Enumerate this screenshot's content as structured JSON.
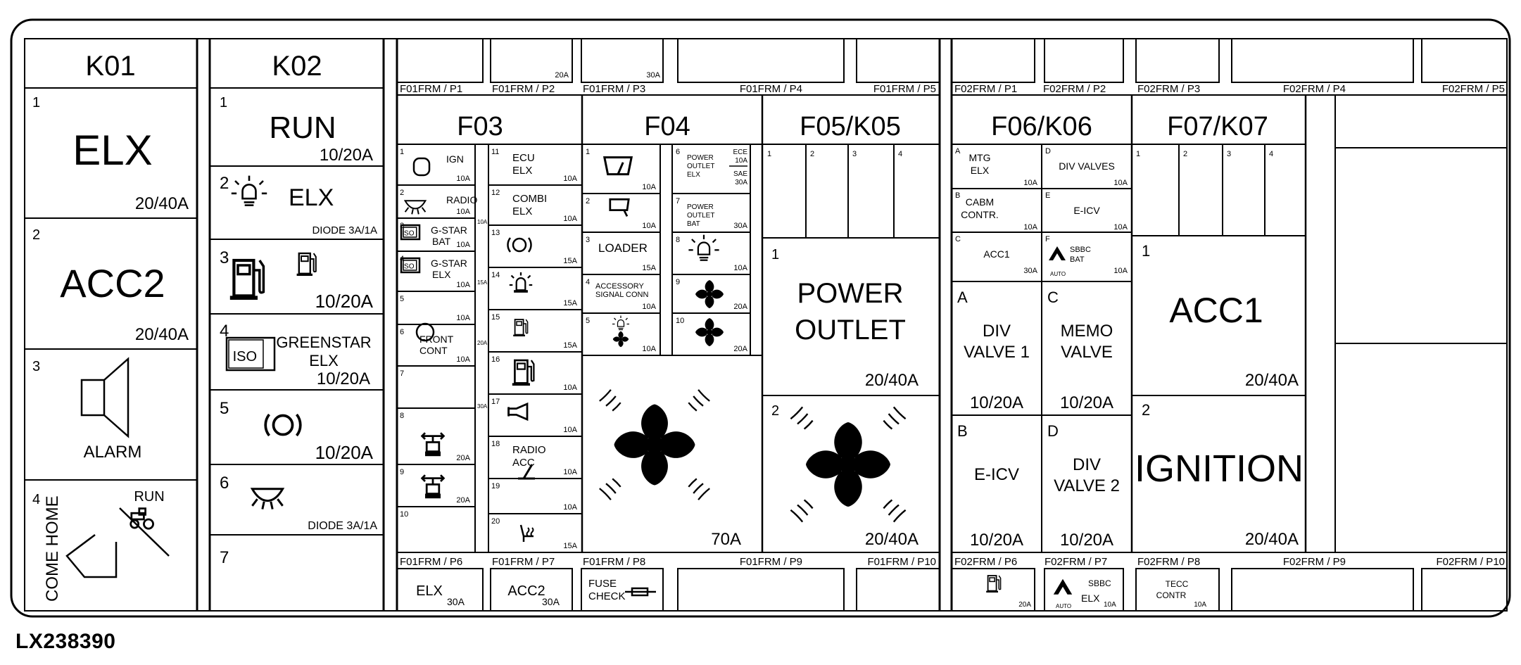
{
  "image_code": "LX238390",
  "relays": {
    "k01": {
      "title": "K01",
      "slots": [
        {
          "number": "1",
          "label": "ELX",
          "rating": "20/40A"
        },
        {
          "number": "2",
          "label": "ACC2",
          "rating": "20/40A"
        },
        {
          "number": "3",
          "label": "ALARM"
        },
        {
          "number": "4",
          "label": "COME HOME",
          "label2": "RUN"
        }
      ]
    },
    "k02": {
      "title": "K02",
      "slots": [
        {
          "number": "1",
          "label": "RUN",
          "rating": "10/20A"
        },
        {
          "number": "2",
          "label": "ELX",
          "rating": "DIODE 3A/1A"
        },
        {
          "number": "3",
          "rating": "10/20A"
        },
        {
          "number": "4",
          "label": "GREENSTAR",
          "label2": "ELX",
          "rating": "10/20A",
          "badge": "ISO"
        },
        {
          "number": "5",
          "rating": "10/20A"
        },
        {
          "number": "6",
          "rating": "DIODE 3A/1A"
        },
        {
          "number": "7"
        }
      ]
    }
  },
  "connectors": {
    "p1": "F01FRM / P1",
    "p2": "F01FRM / P2",
    "p3": "F01FRM / P3",
    "p4": "F01FRM / P4",
    "p5": "F01FRM / P5",
    "p6": "F01FRM / P6",
    "p7": "F01FRM / P7",
    "p8": "F01FRM / P8",
    "p9": "F01FRM / P9",
    "p10": "F01FRM / P10",
    "q1": "F02FRM / P1",
    "q2": "F02FRM / P2",
    "q3": "F02FRM / P3",
    "q4": "F02FRM / P4",
    "q5": "F02FRM / P5",
    "q6": "F02FRM / P6",
    "q7": "F02FRM / P7",
    "q8": "F02FRM / P8",
    "q9": "F02FRM / P9",
    "q10": "F02FRM / P10"
  },
  "top_ratings": {
    "p2": "20A",
    "p3": "30A"
  },
  "f03": {
    "title": "F03",
    "left": [
      {
        "n": "1",
        "label": "IGN",
        "rating": "10A"
      },
      {
        "n": "2",
        "label": "RADIO",
        "rating": "10A"
      },
      {
        "n": "3",
        "label": "G-STAR",
        "label2": "BAT",
        "rating": "10A",
        "badge": "ISO"
      },
      {
        "n": "4",
        "label": "G-STAR",
        "label2": "ELX",
        "rating": "10A",
        "badge": "ISO"
      },
      {
        "n": "5",
        "rating": "10A"
      },
      {
        "n": "6",
        "label": "FRONT",
        "label2": "CONT",
        "rating": "10A"
      },
      {
        "n": "7"
      },
      {
        "n": "8",
        "rating": "20A"
      },
      {
        "n": "9",
        "rating": "20A"
      },
      {
        "n": "10"
      }
    ],
    "right": [
      {
        "n": "11",
        "label": "ECU",
        "label2": "ELX",
        "rating": "10A"
      },
      {
        "n": "12",
        "label": "COMBI",
        "label2": "ELX",
        "rating": "10A"
      },
      {
        "n": "13",
        "rating": "15A"
      },
      {
        "n": "14",
        "rating": "15A"
      },
      {
        "n": "15",
        "rating": "15A"
      },
      {
        "n": "16",
        "rating": "10A"
      },
      {
        "n": "17",
        "rating": "10A"
      },
      {
        "n": "18",
        "label": "RADIO",
        "label2": "ACC",
        "rating": "10A"
      },
      {
        "n": "19",
        "rating": "10A"
      },
      {
        "n": "20",
        "rating": "15A"
      }
    ],
    "mid_ratings": [
      "10A",
      "15A",
      "20A",
      "30A"
    ]
  },
  "f04": {
    "title": "F04",
    "left": [
      {
        "n": "1",
        "rating": "10A"
      },
      {
        "n": "2",
        "rating": "10A"
      },
      {
        "n": "3",
        "label": "LOADER",
        "rating": "15A"
      },
      {
        "n": "4",
        "label": "ACCESSORY",
        "label2": "SIGNAL CONN",
        "rating": "10A"
      },
      {
        "n": "5",
        "rating": "10A"
      }
    ],
    "right": [
      {
        "n": "6",
        "label": "POWER",
        "label2": "OUTLET",
        "label3": "ELX",
        "ece": "ECE",
        "ece_rating": "10A",
        "sae": "SAE",
        "sae_rating": "30A"
      },
      {
        "n": "7",
        "label": "POWER",
        "label2": "OUTLET",
        "label3": "BAT",
        "rating": "30A"
      },
      {
        "n": "8",
        "rating": "10A"
      },
      {
        "n": "9",
        "rating": "20A"
      },
      {
        "n": "10",
        "rating": "20A"
      }
    ],
    "big_rating": "70A"
  },
  "f05": {
    "title": "F05/K05",
    "top_numbers": [
      "1",
      "2",
      "3",
      "4"
    ],
    "slot1": {
      "n": "1",
      "label": "POWER",
      "label2": "OUTLET",
      "rating": "20/40A"
    },
    "slot2": {
      "n": "2",
      "rating": "20/40A"
    }
  },
  "f06": {
    "title": "F06/K06",
    "small": [
      {
        "n": "A",
        "label": "MTG",
        "label2": "ELX",
        "rating": "10A"
      },
      {
        "n": "B",
        "label": "CABM",
        "label2": "CONTR.",
        "rating": "10A"
      },
      {
        "n": "C",
        "label": "ACC1",
        "rating": "30A"
      },
      {
        "n": "D",
        "label": "DIV VALVES",
        "rating": "10A"
      },
      {
        "n": "E",
        "label": "E-ICV",
        "rating": "10A"
      },
      {
        "n": "F",
        "label": "SBBC",
        "label2": "BAT",
        "rating": "10A",
        "auto": "AUTO"
      }
    ],
    "big": [
      {
        "n": "A",
        "label": "DIV",
        "label2": "VALVE 1",
        "rating": "10/20A"
      },
      {
        "n": "C",
        "label": "MEMO",
        "label2": "VALVE",
        "rating": "10/20A"
      },
      {
        "n": "B",
        "label": "E-ICV",
        "rating": "10/20A"
      },
      {
        "n": "D",
        "label": "DIV",
        "label2": "VALVE 2",
        "rating": "10/20A"
      }
    ]
  },
  "f07": {
    "title": "F07/K07",
    "top_numbers": [
      "1",
      "2",
      "3",
      "4"
    ],
    "slot1": {
      "n": "1",
      "label": "ACC1",
      "rating": "20/40A"
    },
    "slot2": {
      "n": "2",
      "label": "IGNITION",
      "rating": "20/40A"
    }
  },
  "bottom": {
    "elx": {
      "label": "ELX",
      "rating": "30A"
    },
    "acc2": {
      "label": "ACC2",
      "rating": "30A"
    },
    "fuse_check": {
      "label": "FUSE",
      "label2": "CHECK"
    },
    "q6_rating": "20A",
    "q7": {
      "label": "SBBC",
      "label2": "ELX",
      "rating": "10A",
      "auto": "AUTO"
    },
    "q8": {
      "label": "TECC",
      "label2": "CONTR",
      "rating": "10A"
    }
  }
}
